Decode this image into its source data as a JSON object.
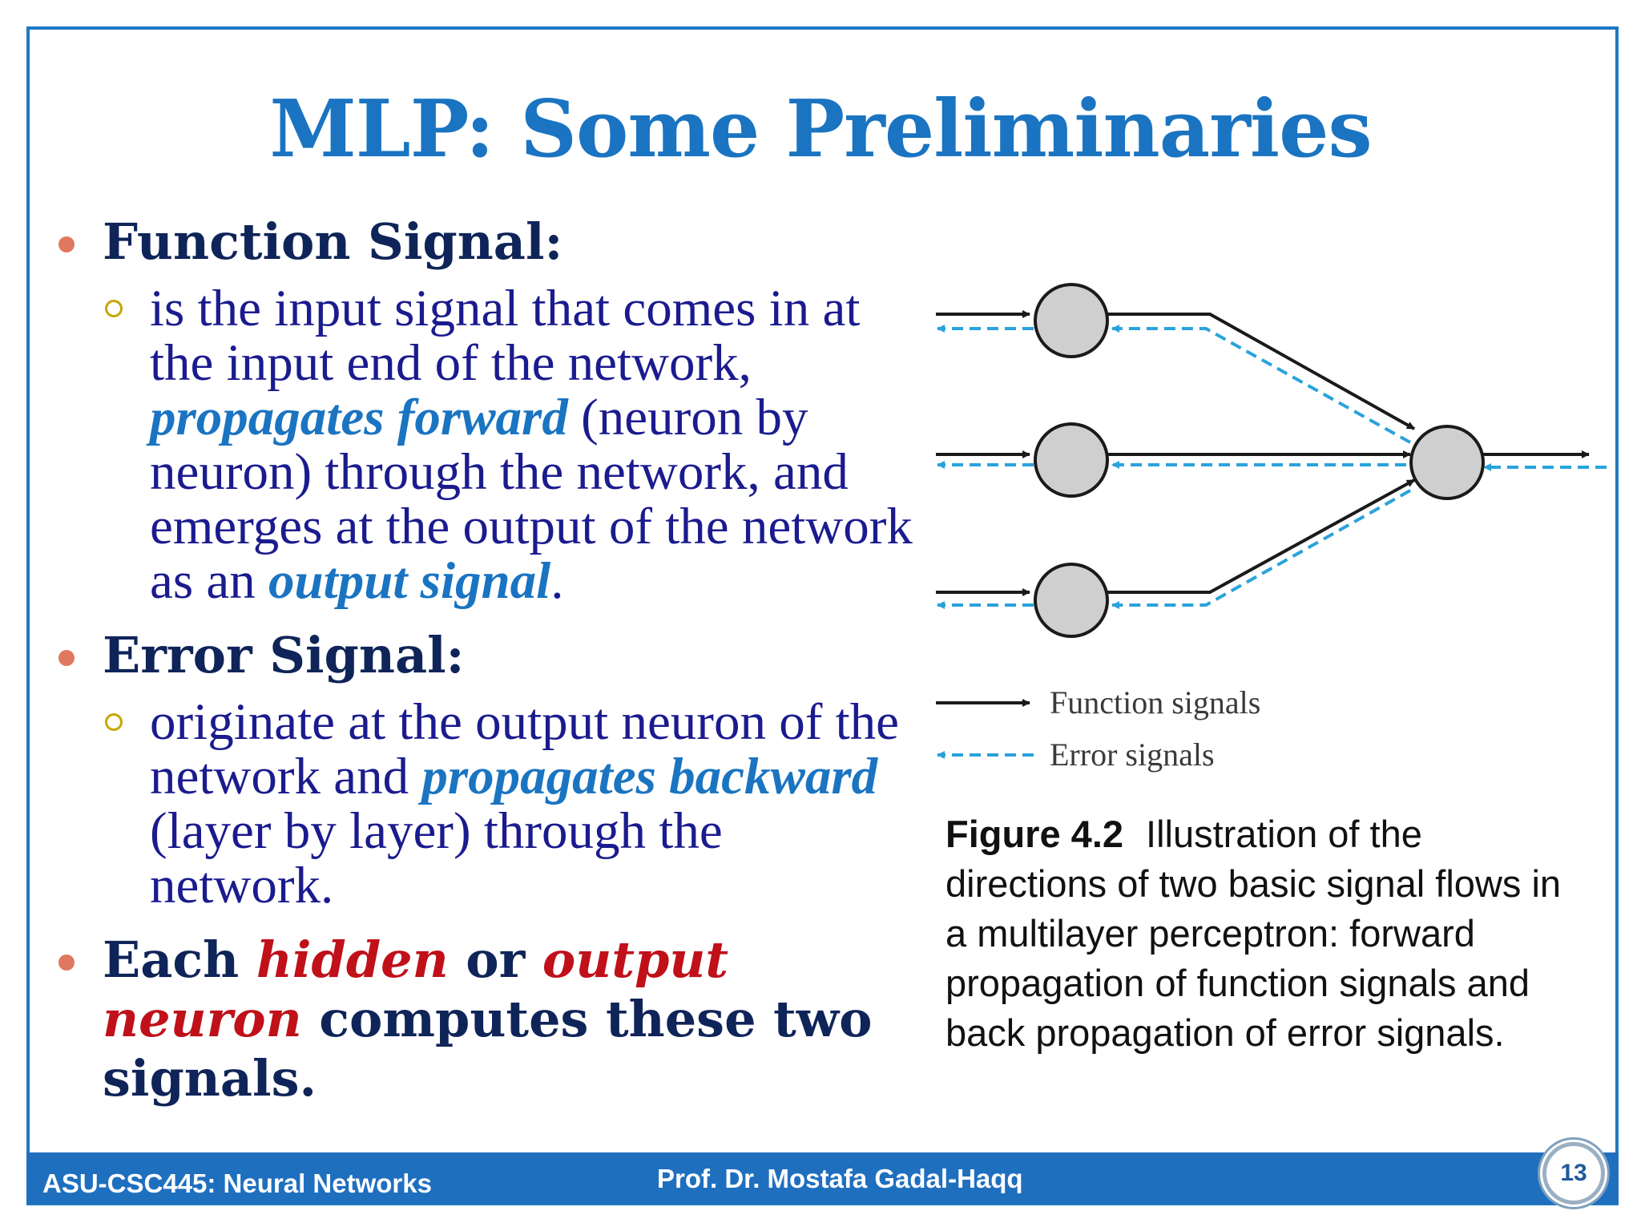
{
  "title": "MLP: Some Preliminaries",
  "bullets": [
    {
      "heading": "Function Signal:",
      "sub": {
        "t1": "is the input signal that comes in at the input end of the network, ",
        "em1": "propagates forward",
        "t2": " (neuron by neuron) through the network, and emerges at the output of the network as an ",
        "em2": "output signal",
        "t3": "."
      }
    },
    {
      "heading": "Error Signal:",
      "sub": {
        "t1": "originate at the output neuron of the network and ",
        "em1": "propagates backward",
        "t2": " (layer by layer) through the network."
      }
    },
    {
      "heading_parts": {
        "p1": "Each ",
        "em1": "hidden",
        "p2": " or ",
        "em2": "output neuron",
        "p3": " computes these two signals."
      }
    }
  ],
  "figure": {
    "legend": {
      "function": "Function signals",
      "error": "Error signals"
    },
    "colors": {
      "function": "#1a1a1a",
      "error": "#29a3dc",
      "neuron": "#cfcfcf"
    },
    "caption_label": "Figure 4.2",
    "caption_text": "Illustration of the directions of two basic signal flows in a multilayer perceptron: forward propagation of function signals and back propagation of error signals."
  },
  "footer": {
    "left": "ASU-CSC445: Neural Networks",
    "center": "Prof. Dr. Mostafa Gadal-Haqq",
    "page_number": "13"
  },
  "colors": {
    "accent": "#1a74c1",
    "frame": "#1f78c4",
    "footer_bg": "#1f6fbf",
    "heading": "#0f2458",
    "body_text": "#1b1b8f",
    "emphasis_red": "#c0101a"
  }
}
